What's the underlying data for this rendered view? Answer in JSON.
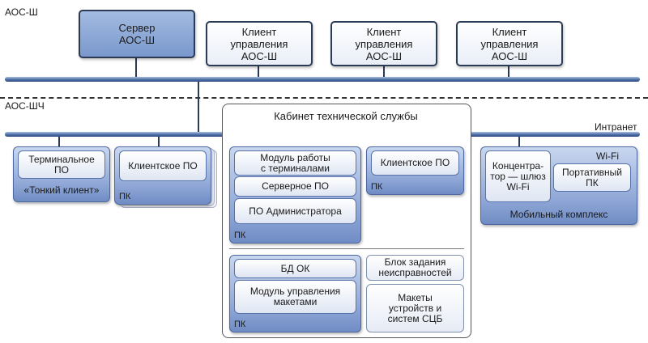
{
  "labels": {
    "aos_sh": "АОС-Ш",
    "aos_shch": "АОС-ШЧ",
    "intranet": "Интранет"
  },
  "top_row": {
    "server": "Сервер\nАОС-Ш",
    "clients": [
      "Клиент\nуправления\nАОС-Ш",
      "Клиент\nуправления\nАОС-Ш",
      "Клиент\nуправления\nАОС-Ш"
    ]
  },
  "left": {
    "terminal_po": "Терминальное\nПО",
    "thin_client": "«Тонкий клиент»",
    "client_po": "Клиентское ПО",
    "pk": "ПК"
  },
  "cabinet": {
    "title": "Кабинет технической службы",
    "group1": {
      "items": [
        "Модуль работы\nс терминалами",
        "Серверное ПО",
        "ПО Администратора"
      ],
      "pk": "ПК"
    },
    "client_po": "Клиентское ПО",
    "client_pk": "ПК",
    "group2": {
      "items": [
        "БД ОК",
        "Модуль управления\nмакетами"
      ],
      "pk": "ПК"
    },
    "fault_block": "Блок задания\nнеисправностей",
    "models": "Макеты\nустройств и\nсистем СЦБ"
  },
  "mobile": {
    "concentrator": "Концентра-\nтор — шлюз\nWi-Fi",
    "wifi": "Wi-Fi",
    "laptop": "Портативный\nПК",
    "label": "Мобильный комплекс"
  }
}
